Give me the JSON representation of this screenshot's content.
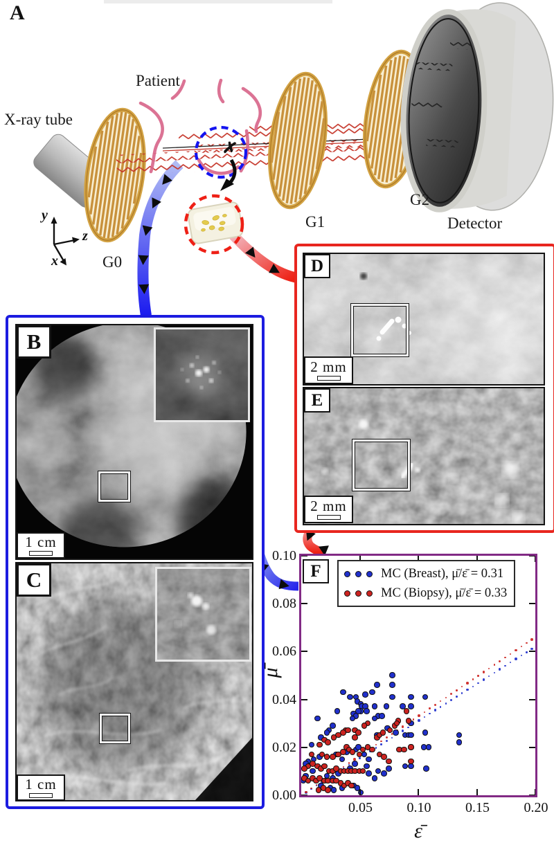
{
  "panel_a": {
    "tag": "A",
    "xray_tube_label": "X-ray tube",
    "patient_label": "Patient",
    "g0_label": "G0",
    "g1_label": "G1",
    "g2_label": "G2",
    "detector_label": "Detector",
    "axis_x": "x",
    "axis_y": "y",
    "axis_z": "z",
    "icons": {
      "biopsy_site_mark": "✗"
    }
  },
  "panel_b": {
    "tag": "B",
    "scale_label": "1 cm"
  },
  "panel_c": {
    "tag": "C",
    "scale_label": "1 cm"
  },
  "panel_d": {
    "tag": "D",
    "scale_label": "2 mm"
  },
  "panel_e": {
    "tag": "E",
    "scale_label": "2 mm"
  },
  "panel_f": {
    "tag": "F"
  },
  "colors": {
    "frame_blue": "#1c1ce0",
    "frame_red": "#e8261f",
    "frame_purple": "#822a85",
    "marker_blue": "#2030cc",
    "marker_red": "#cc2320"
  },
  "chart_data": {
    "type": "scatter",
    "xlabel": "ε̄",
    "ylabel": "μ̄",
    "xlim": [
      0,
      0.2
    ],
    "ylim": [
      0,
      0.1
    ],
    "xticks": [
      "0.05",
      "0.10",
      "0.15",
      "0.20"
    ],
    "yticks": [
      "0.00",
      "0.02",
      "0.04",
      "0.06",
      "0.08",
      "0.10"
    ],
    "grid": false,
    "legend_position": "upper center",
    "series": [
      {
        "name": "MC (Breast)",
        "legend_label": "MC (Breast), μ̄/ε̄ = 0.31",
        "color": "#2030cc",
        "trend_slope": 0.31,
        "trend_style": "dotted",
        "points": [
          [
            0.078,
            0.05
          ],
          [
            0.065,
            0.046
          ],
          [
            0.078,
            0.046
          ],
          [
            0.036,
            0.043
          ],
          [
            0.042,
            0.041
          ],
          [
            0.047,
            0.041
          ],
          [
            0.048,
            0.039
          ],
          [
            0.055,
            0.042
          ],
          [
            0.061,
            0.043
          ],
          [
            0.078,
            0.041
          ],
          [
            0.094,
            0.041
          ],
          [
            0.106,
            0.041
          ],
          [
            0.087,
            0.037
          ],
          [
            0.094,
            0.037
          ],
          [
            0.051,
            0.038
          ],
          [
            0.052,
            0.037
          ],
          [
            0.055,
            0.037
          ],
          [
            0.051,
            0.035
          ],
          [
            0.049,
            0.035
          ],
          [
            0.056,
            0.035
          ],
          [
            0.031,
            0.035
          ],
          [
            0.014,
            0.032
          ],
          [
            0.045,
            0.034
          ],
          [
            0.047,
            0.033
          ],
          [
            0.044,
            0.032
          ],
          [
            0.063,
            0.037
          ],
          [
            0.066,
            0.033
          ],
          [
            0.069,
            0.033
          ],
          [
            0.063,
            0.032
          ],
          [
            0.073,
            0.037
          ],
          [
            0.074,
            0.028
          ],
          [
            0.065,
            0.025
          ],
          [
            0.081,
            0.026
          ],
          [
            0.089,
            0.025
          ],
          [
            0.092,
            0.025
          ],
          [
            0.094,
            0.03
          ],
          [
            0.094,
            0.025
          ],
          [
            0.106,
            0.026
          ],
          [
            0.135,
            0.025
          ],
          [
            0.135,
            0.022
          ],
          [
            0.027,
            0.029
          ],
          [
            0.024,
            0.027
          ],
          [
            0.022,
            0.026
          ],
          [
            0.017,
            0.024
          ],
          [
            0.009,
            0.021
          ],
          [
            0.094,
            0.02
          ],
          [
            0.105,
            0.02
          ],
          [
            0.109,
            0.02
          ],
          [
            0.006,
            0.014
          ],
          [
            0.004,
            0.013
          ],
          [
            0.011,
            0.015
          ],
          [
            0.016,
            0.016
          ],
          [
            0.03,
            0.017
          ],
          [
            0.035,
            0.015
          ],
          [
            0.039,
            0.018
          ],
          [
            0.047,
            0.019
          ],
          [
            0.049,
            0.02
          ],
          [
            0.054,
            0.017
          ],
          [
            0.058,
            0.015
          ],
          [
            0.046,
            0.013
          ],
          [
            0.042,
            0.011
          ],
          [
            0.056,
            0.012
          ],
          [
            0.066,
            0.01
          ],
          [
            0.071,
            0.009
          ],
          [
            0.075,
            0.011
          ],
          [
            0.089,
            0.012
          ],
          [
            0.094,
            0.012
          ],
          [
            0.107,
            0.011
          ],
          [
            0.063,
            0.007
          ],
          [
            0.058,
            0.009
          ],
          [
            0.032,
            0.009
          ],
          [
            0.027,
            0.007
          ],
          [
            0.022,
            0.008
          ],
          [
            0.01,
            0.01
          ],
          [
            0.004,
            0.008
          ],
          [
            0.002,
            0.006
          ],
          [
            0.017,
            0.004
          ],
          [
            0.025,
            0.003
          ],
          [
            0.035,
            0.003
          ],
          [
            0.045,
            0.004
          ],
          [
            0.048,
            0.003
          ],
          [
            0.028,
            0.002
          ],
          [
            0.051,
            0.001
          ]
        ]
      },
      {
        "name": "MC (Biopsy)",
        "legend_label": "MC (Biopsy), μ̄/ε̄ = 0.33",
        "color": "#cc2320",
        "trend_slope": 0.33,
        "trend_style": "dotted",
        "points": [
          [
            0.038,
            0.027
          ],
          [
            0.046,
            0.027
          ],
          [
            0.049,
            0.026
          ],
          [
            0.046,
            0.024
          ],
          [
            0.02,
            0.023
          ],
          [
            0.023,
            0.022
          ],
          [
            0.016,
            0.021
          ],
          [
            0.009,
            0.017
          ],
          [
            0.018,
            0.017
          ],
          [
            0.022,
            0.016
          ],
          [
            0.027,
            0.016
          ],
          [
            0.032,
            0.017
          ],
          [
            0.036,
            0.018
          ],
          [
            0.039,
            0.02
          ],
          [
            0.041,
            0.019
          ],
          [
            0.044,
            0.018
          ],
          [
            0.05,
            0.017
          ],
          [
            0.053,
            0.019
          ],
          [
            0.057,
            0.02
          ],
          [
            0.061,
            0.019
          ],
          [
            0.065,
            0.024
          ],
          [
            0.067,
            0.025
          ],
          [
            0.07,
            0.026
          ],
          [
            0.076,
            0.027
          ],
          [
            0.08,
            0.029
          ],
          [
            0.083,
            0.031
          ],
          [
            0.09,
            0.035
          ],
          [
            0.092,
            0.031
          ],
          [
            0.082,
            0.03
          ],
          [
            0.057,
            0.03
          ],
          [
            0.054,
            0.029
          ],
          [
            0.04,
            0.027
          ],
          [
            0.036,
            0.026
          ],
          [
            0.032,
            0.025
          ],
          [
            0.028,
            0.024
          ],
          [
            0.094,
            0.02
          ],
          [
            0.084,
            0.019
          ],
          [
            0.088,
            0.019
          ],
          [
            0.067,
            0.017
          ],
          [
            0.071,
            0.016
          ],
          [
            0.075,
            0.014
          ],
          [
            0.094,
            0.014
          ],
          [
            0.01,
            0.013
          ],
          [
            0.006,
            0.012
          ],
          [
            0.003,
            0.011
          ],
          [
            0.014,
            0.012
          ],
          [
            0.017,
            0.011
          ],
          [
            0.02,
            0.012
          ],
          [
            0.024,
            0.01
          ],
          [
            0.027,
            0.01
          ],
          [
            0.03,
            0.011
          ],
          [
            0.034,
            0.01
          ],
          [
            0.037,
            0.01
          ],
          [
            0.04,
            0.01
          ],
          [
            0.043,
            0.01
          ],
          [
            0.046,
            0.01
          ],
          [
            0.05,
            0.01
          ],
          [
            0.053,
            0.01
          ],
          [
            0.003,
            0.007
          ],
          [
            0.006,
            0.006
          ],
          [
            0.01,
            0.007
          ],
          [
            0.013,
            0.006
          ],
          [
            0.016,
            0.007
          ],
          [
            0.02,
            0.006
          ],
          [
            0.023,
            0.006
          ],
          [
            0.027,
            0.006
          ],
          [
            0.03,
            0.006
          ],
          [
            0.034,
            0.005
          ],
          [
            0.037,
            0.004
          ],
          [
            0.04,
            0.005
          ],
          [
            0.043,
            0.004
          ],
          [
            0.023,
            0.002
          ],
          [
            0.019,
            0.003
          ],
          [
            0.015,
            0.002
          ]
        ]
      }
    ]
  }
}
